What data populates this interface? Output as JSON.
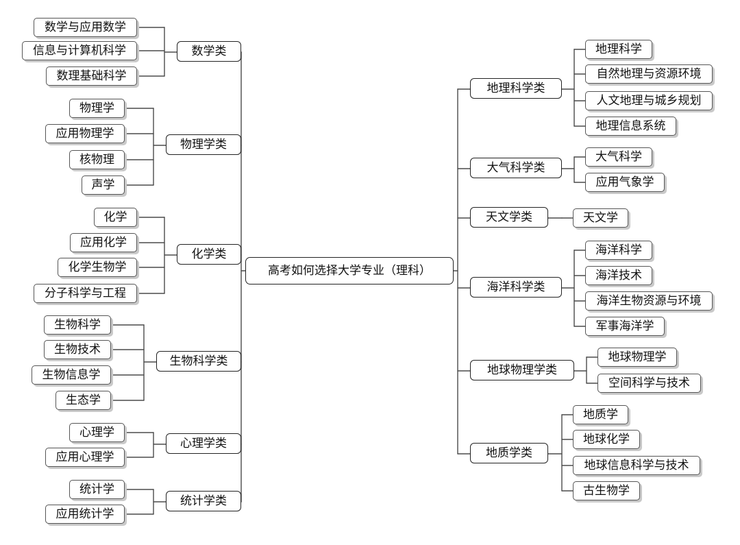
{
  "diagram": {
    "type": "mind-map",
    "root": {
      "label": "高考如何选择大学专业（理科）"
    },
    "left": [
      {
        "label": "数学类",
        "children": [
          "数学与应用数学",
          "信息与计算机科学",
          "数理基础科学"
        ]
      },
      {
        "label": "物理学类",
        "children": [
          "物理学",
          "应用物理学",
          "核物理",
          "声学"
        ]
      },
      {
        "label": "化学类",
        "children": [
          "化学",
          "应用化学",
          "化学生物学",
          "分子科学与工程"
        ]
      },
      {
        "label": "生物科学类",
        "children": [
          "生物科学",
          "生物技术",
          "生物信息学",
          "生态学"
        ]
      },
      {
        "label": "心理学类",
        "children": [
          "心理学",
          "应用心理学"
        ]
      },
      {
        "label": "统计学类",
        "children": [
          "统计学",
          "应用统计学"
        ]
      }
    ],
    "right": [
      {
        "label": "地理科学类",
        "children": [
          "地理科学",
          "自然地理与资源环境",
          "人文地理与城乡规划",
          "地理信息系统"
        ]
      },
      {
        "label": "大气科学类",
        "children": [
          "大气科学",
          "应用气象学"
        ]
      },
      {
        "label": "天文学类",
        "children": [
          "天文学"
        ]
      },
      {
        "label": "海洋科学类",
        "children": [
          "海洋科学",
          "海洋技术",
          "海洋生物资源与环境",
          "军事海洋学"
        ]
      },
      {
        "label": "地球物理学类",
        "children": [
          "地球物理学",
          "空间科学与技术"
        ]
      },
      {
        "label": "地质学类",
        "children": [
          "地质学",
          "地球化学",
          "地球信息科学与技术",
          "古生物学"
        ]
      }
    ]
  }
}
